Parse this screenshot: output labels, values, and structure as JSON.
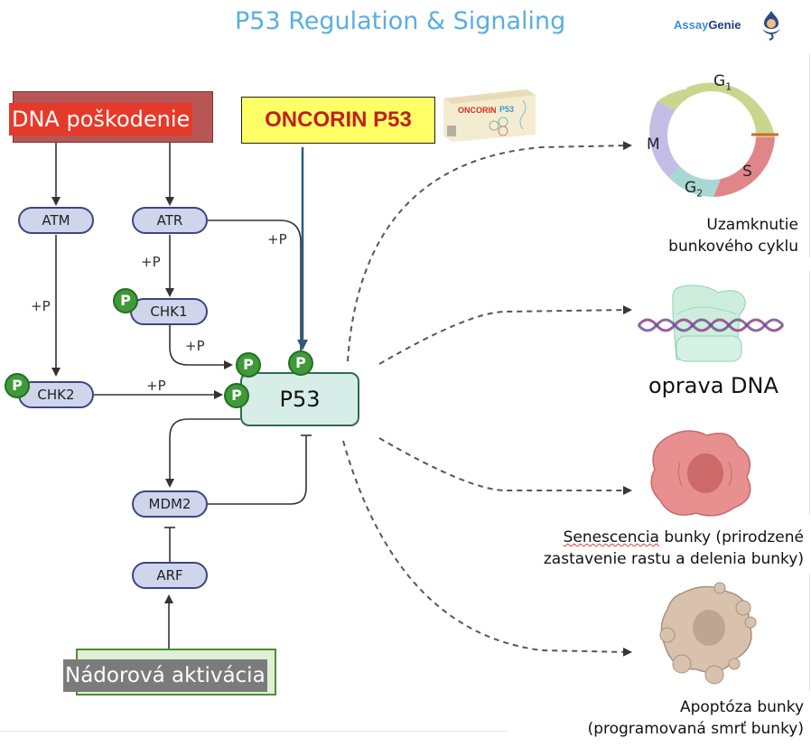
{
  "header": {
    "title": "P53 Regulation & Signaling",
    "logo_part1": "Assay",
    "logo_part2": "Genie",
    "logo_icon": "genie-mascot-icon"
  },
  "inputs": {
    "dna_damage": "DNA poškodenie",
    "oncorin": "ONCORIN P53",
    "oncorin_product_icon": "product-box-icon",
    "tumor_activation": "Nádorová aktivácia"
  },
  "nodes": {
    "atm": "ATM",
    "atr": "ATR",
    "chk1": "CHK1",
    "chk2": "CHK2",
    "p53": "P53",
    "mdm2": "MDM2",
    "arf": "ARF",
    "phospho": "P"
  },
  "edge_labels": {
    "atm_chk2": "+P",
    "atr_chk1": "+P",
    "atr_p53": "+P",
    "chk1_p53": "+P",
    "chk2_p53": "+P"
  },
  "outcomes": [
    {
      "icon": "cell-cycle-icon",
      "line1": "Uzamknutie",
      "line2": "bunkového cyklu",
      "phases": [
        "G1",
        "S",
        "G2",
        "M"
      ]
    },
    {
      "icon": "dna-repair-icon",
      "line1": "oprava DNA"
    },
    {
      "icon": "senescent-cell-icon",
      "line1_underlined": "Senescencia",
      "line1_rest": " bunky (prirodzené",
      "line2": "zastavenie rastu a delenia bunky)"
    },
    {
      "icon": "apoptotic-cell-icon",
      "line1": "Apoptóza bunky",
      "line2": "(programovaná smrť bunky)"
    }
  ],
  "colors": {
    "title": "#5aaee0",
    "dna_damage_bg": "#e53a2a",
    "oncorin_bg": "#ffff66",
    "oncorin_text": "#c0201a",
    "oncorin_arrow": "#2b5b80",
    "pill_fill": "#cfd5eb",
    "p53_fill": "#d7ede8",
    "phospho": "#3f9a3a",
    "tumor_label_bg": "#7b7b7b"
  }
}
